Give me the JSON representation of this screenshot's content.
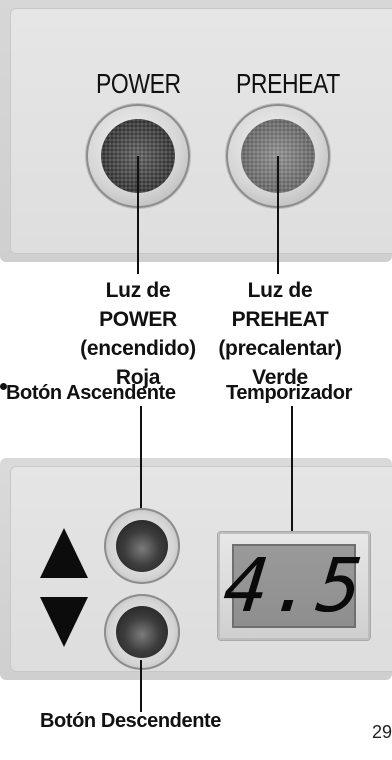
{
  "top_panel": {
    "power_label": "POWER",
    "preheat_label": "PREHEAT"
  },
  "power_light_caption": [
    "Luz de",
    "POWER",
    "(encendido)",
    "Roja"
  ],
  "preheat_light_caption": [
    "Luz de",
    "PREHEAT",
    "(precalentar)",
    "Verde"
  ],
  "up_button_label": "Botón Ascendente",
  "timer_label": "Temporizador",
  "timer_display": "4.5",
  "down_button_label": "Botón Descendente",
  "page_number": "29"
}
